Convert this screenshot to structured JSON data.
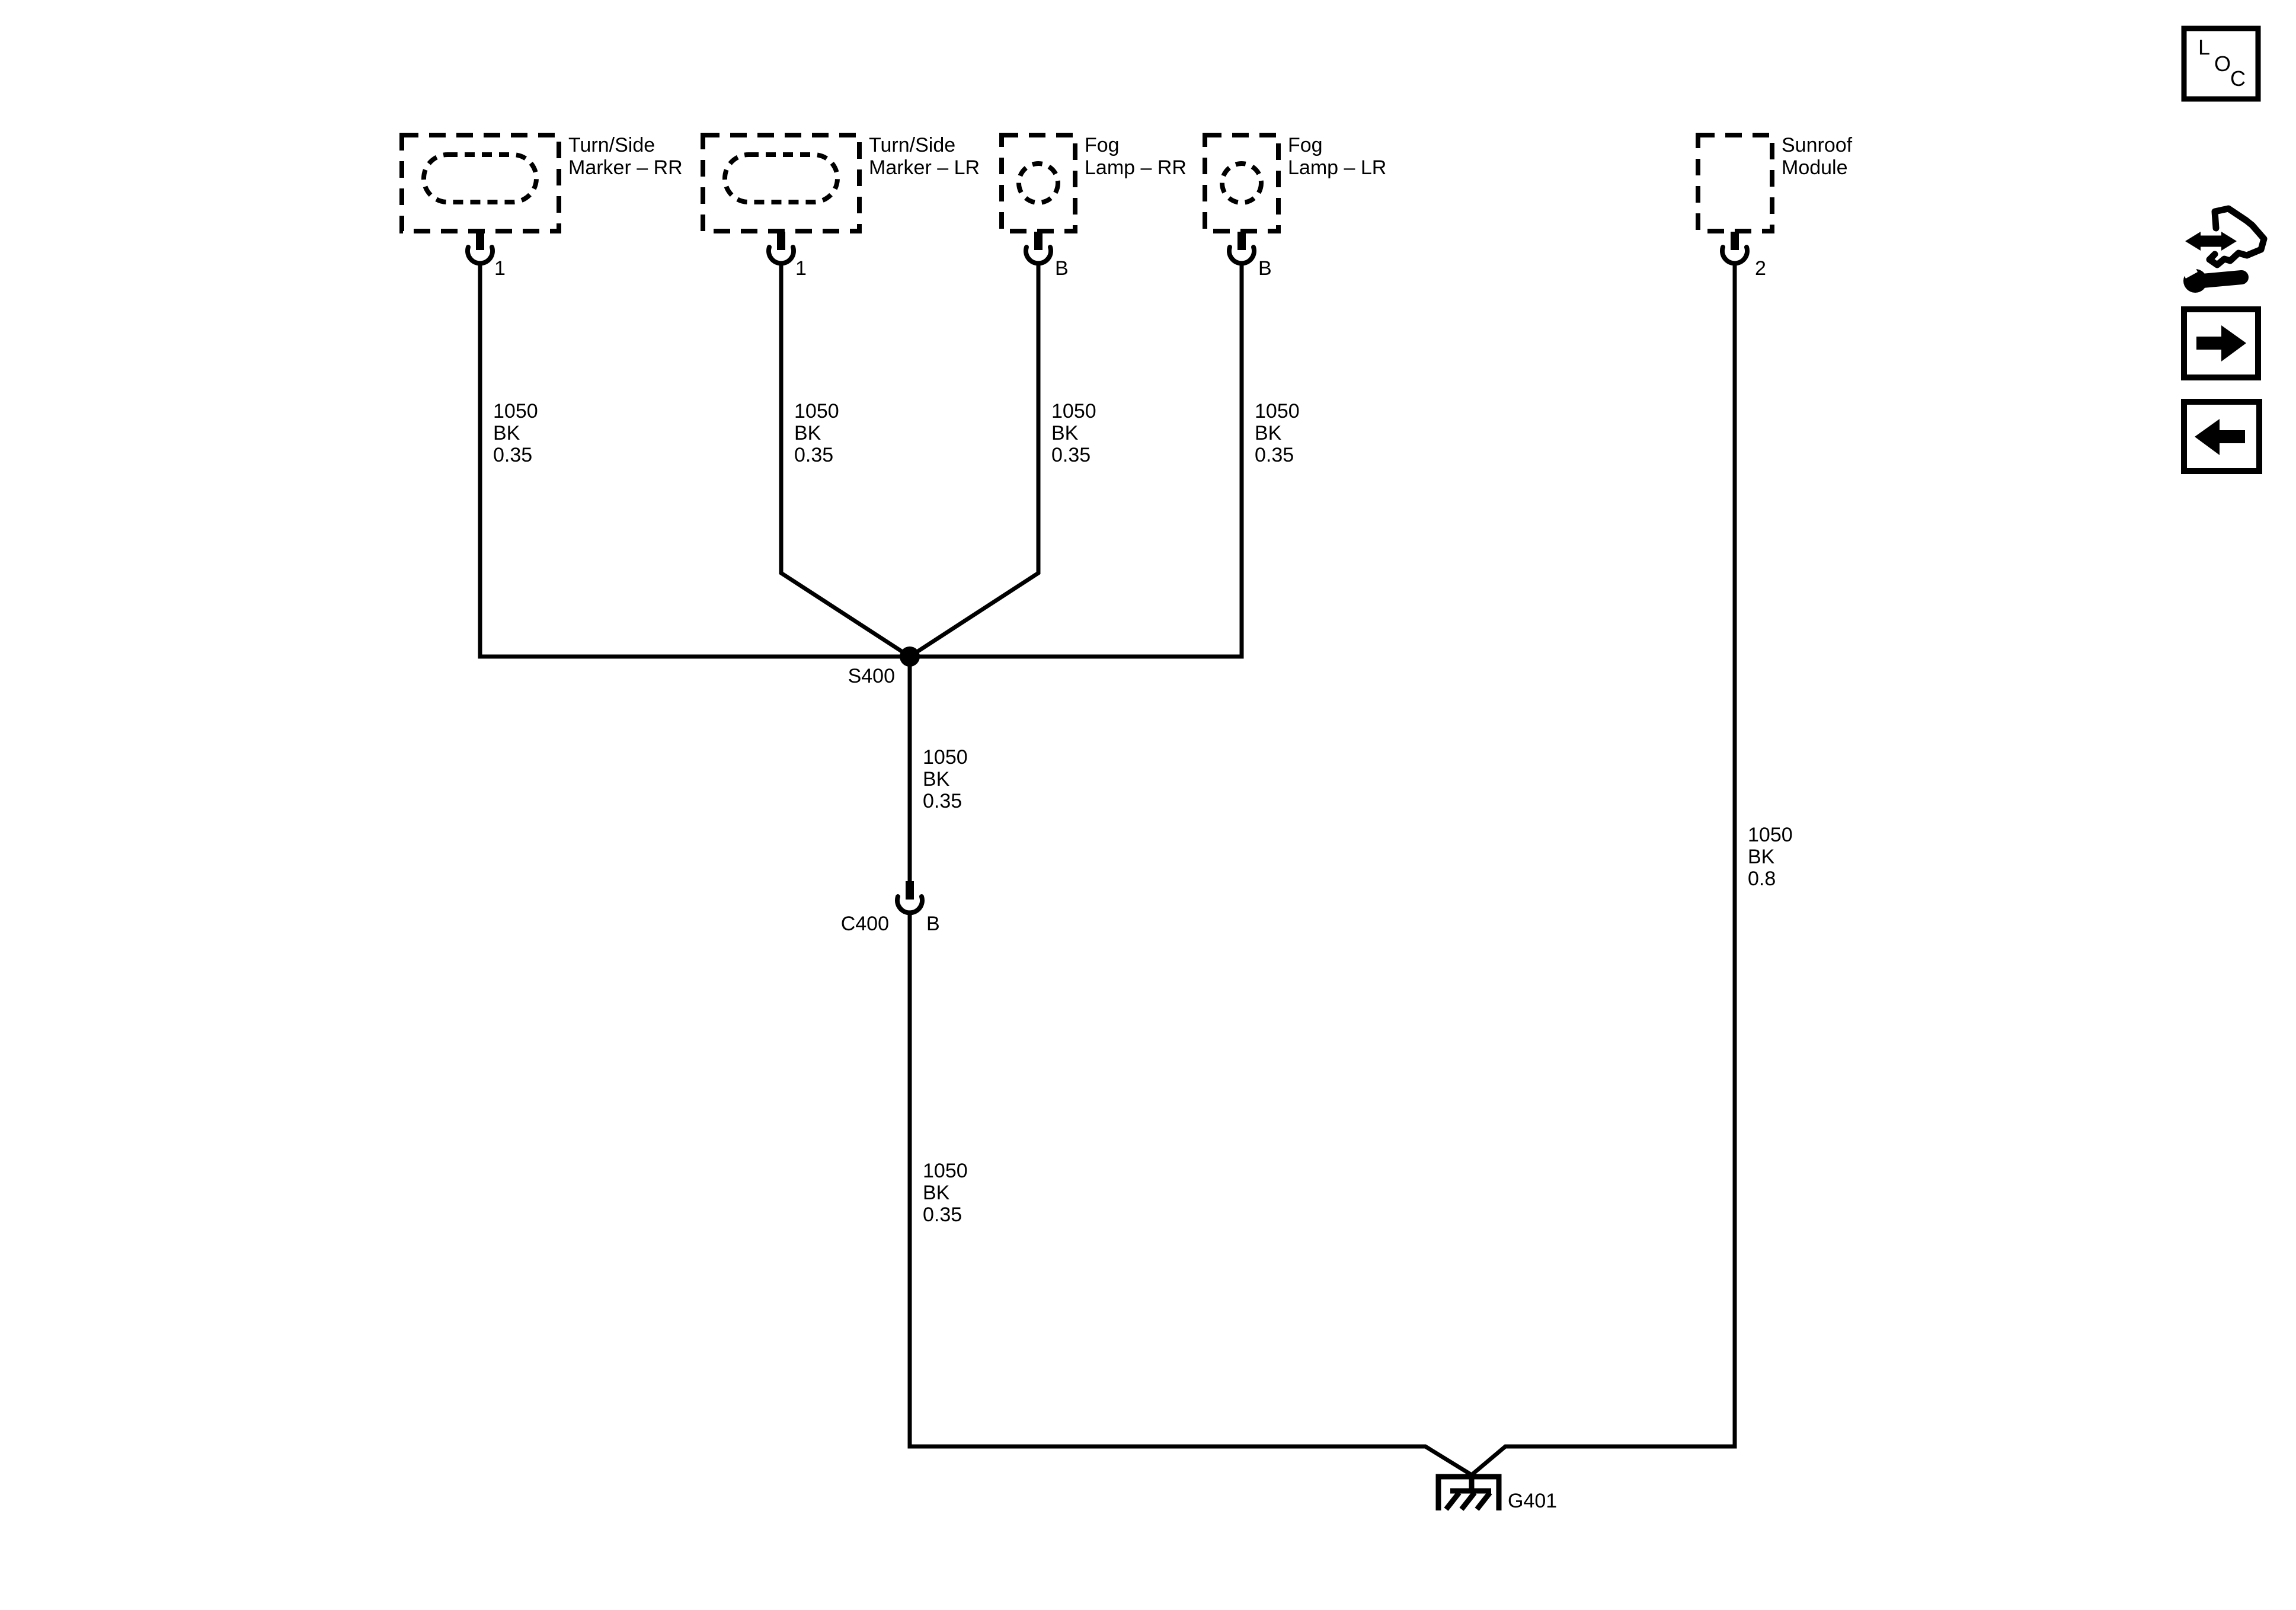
{
  "colors": {
    "ink": "#000000",
    "background": "#ffffff"
  },
  "components": [
    {
      "name": "Turn/Side Marker – RR",
      "line1": "Turn/Side",
      "line2": "Marker – RR",
      "pin": "1",
      "symbol": "lamp-stadium"
    },
    {
      "name": "Turn/Side Marker – LR",
      "line1": "Turn/Side",
      "line2": "Marker – LR",
      "pin": "1",
      "symbol": "lamp-stadium"
    },
    {
      "name": "Fog Lamp – RR",
      "line1": "Fog",
      "line2": "Lamp – RR",
      "pin": "B",
      "symbol": "lamp-circle"
    },
    {
      "name": "Fog Lamp – LR",
      "line1": "Fog",
      "line2": "Lamp – LR",
      "pin": "B",
      "symbol": "lamp-circle"
    },
    {
      "name": "Sunroof Module",
      "line1": "Sunroof",
      "line2": "Module",
      "pin": "2",
      "symbol": "none"
    }
  ],
  "wires": [
    {
      "circuit": "1050",
      "color": "BK",
      "size": "0.35"
    },
    {
      "circuit": "1050",
      "color": "BK",
      "size": "0.35"
    },
    {
      "circuit": "1050",
      "color": "BK",
      "size": "0.35"
    },
    {
      "circuit": "1050",
      "color": "BK",
      "size": "0.35"
    },
    {
      "circuit": "1050",
      "color": "BK",
      "size": "0.35"
    },
    {
      "circuit": "1050",
      "color": "BK",
      "size": "0.35"
    },
    {
      "circuit": "1050",
      "color": "BK",
      "size": "0.8"
    }
  ],
  "splice": {
    "label": "S400"
  },
  "connector": {
    "label": "C400",
    "pin": "B"
  },
  "ground": {
    "label": "G401"
  },
  "nav": {
    "loc_l": "L",
    "loc_o": "O",
    "loc_c": "C"
  }
}
